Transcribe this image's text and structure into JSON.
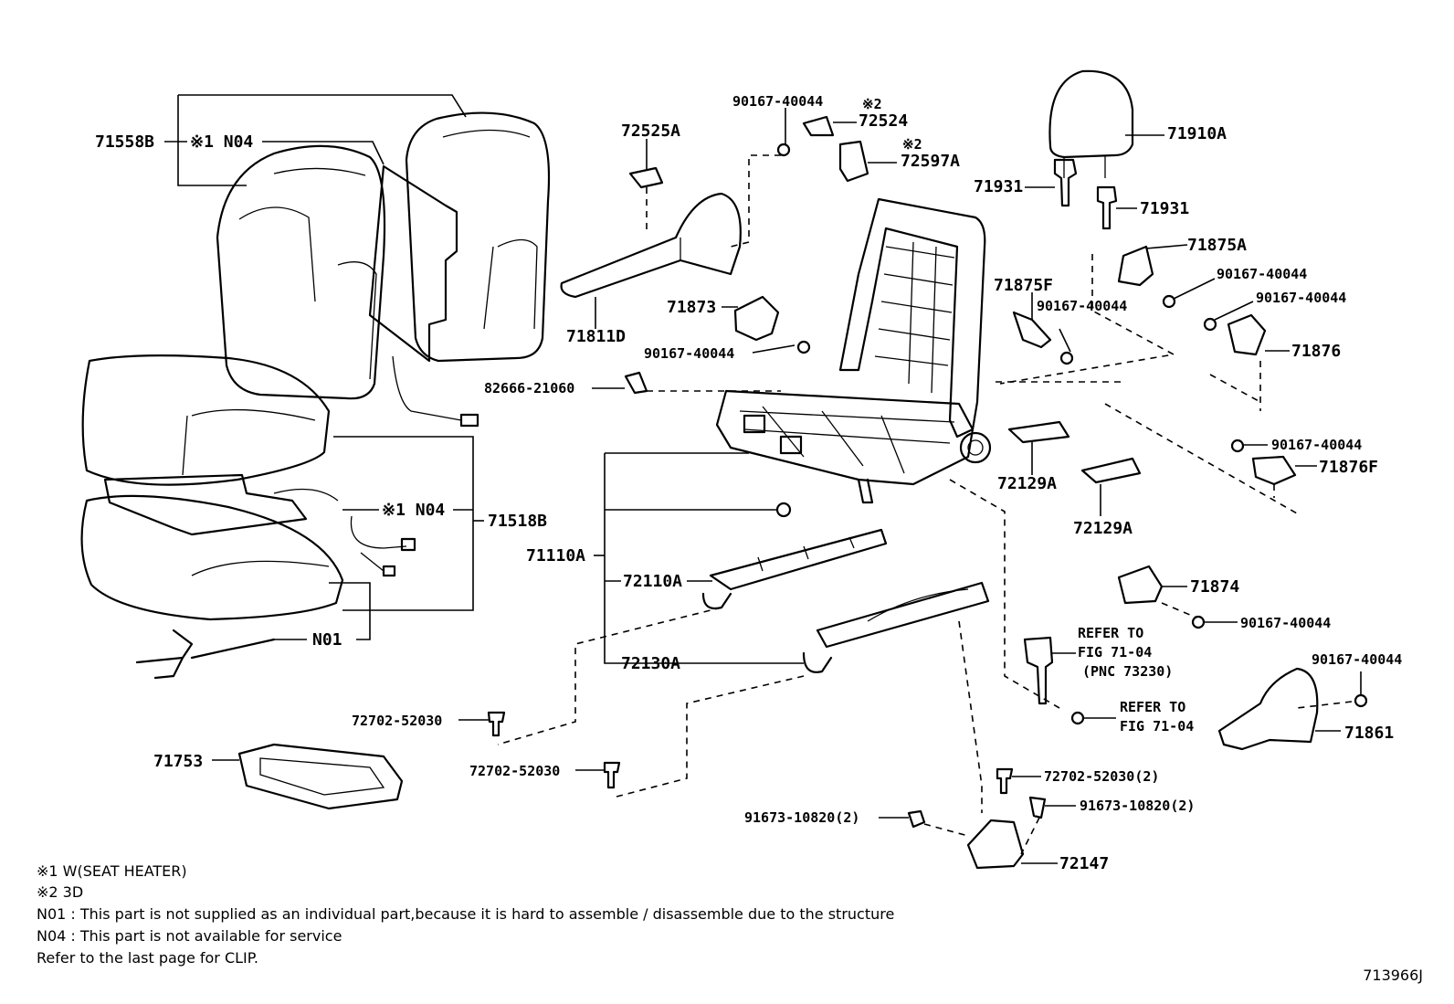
{
  "labels": {
    "p71558B": "71558B",
    "p71558B_note": "※1 N04",
    "p72525A": "72525A",
    "p90167_top": "90167-40044",
    "p72524_mark": "※2",
    "p72524": "72524",
    "p72597A_mark": "※2",
    "p72597A": "72597A",
    "p71910A": "71910A",
    "p71931a": "71931",
    "p71931b": "71931",
    "p71875A": "71875A",
    "p90167_r1": "90167-40044",
    "p90167_r2": "90167-40044",
    "p71875F": "71875F",
    "p90167_r3": "90167-40044",
    "p71876": "71876",
    "p71873": "71873",
    "p71811D": "71811D",
    "p90167_mid": "90167-40044",
    "p82666": "82666-21060",
    "p72129A_a": "72129A",
    "p72129A_b": "72129A",
    "p90167_r4": "90167-40044",
    "p71876F": "71876F",
    "p71518B_note": "※1 N04",
    "p71518B": "71518B",
    "p71110A": "71110A",
    "p72110A": "72110A",
    "p72130A": "72130A",
    "p71874": "71874",
    "p90167_r5": "90167-40044",
    "refer1_a": "REFER TO",
    "refer1_b": "FIG 71-04",
    "refer1_c": "(PNC 73230)",
    "refer2_a": "REFER TO",
    "refer2_b": "FIG 71-04",
    "p90167_r6": "90167-40044",
    "p71861": "71861",
    "pN01": "N01",
    "p72702_a": "72702-52030",
    "p72702_b": "72702-52030",
    "p72702_c": "72702-52030(2)",
    "p71753": "71753",
    "p91673_a": "91673-10820(2)",
    "p91673_b": "91673-10820(2)",
    "p72147": "72147"
  },
  "notes": [
    "※1  W(SEAT HEATER)",
    "※2  3D",
    "N01 : This part is not supplied as an individual part,because it is hard to assemble / disassemble due to the structure",
    "N04 : This part is not available for service",
    "Refer to the last page for CLIP."
  ],
  "figure_code": "713966J"
}
